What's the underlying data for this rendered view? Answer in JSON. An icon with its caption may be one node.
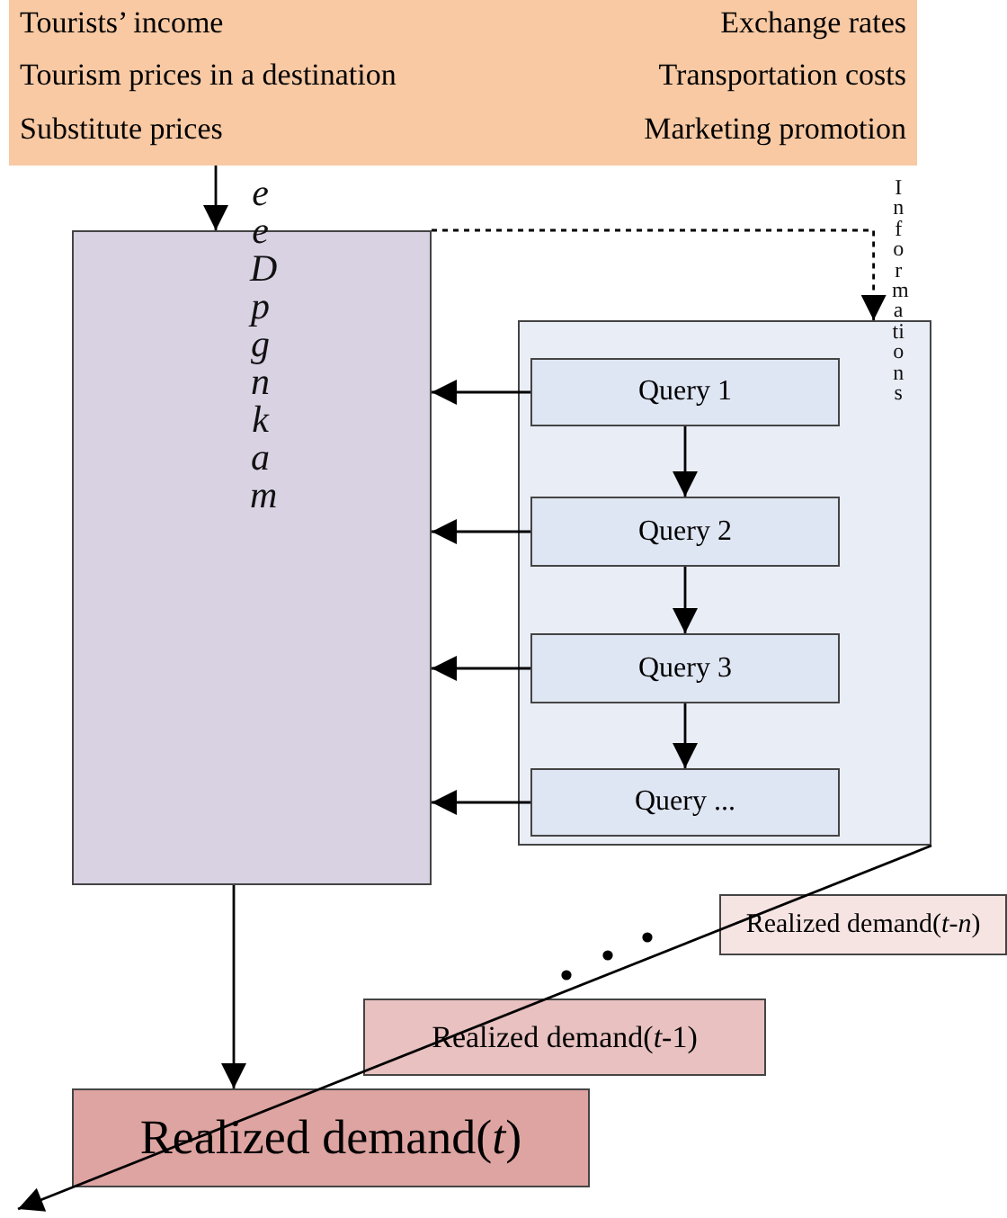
{
  "diagram": {
    "nodes": [
      {
        "text": [
          "Tourists’ income",
          "Exchange rates",
          "Tourism prices in a destination",
          "Transportation costs",
          "Substitute prices",
          "Marketing promotion"
        ]
      },
      {
        "text": [
          "eeDpgnkam"
        ]
      },
      {
        "text": [
          "Information s"
        ]
      },
      {
        "text": [
          "Query 1"
        ],
        "in": 2
      },
      {
        "text": [
          "Query 2"
        ],
        "in": 2
      },
      {
        "text": [
          "Query 3"
        ],
        "in": 2
      },
      {
        "text": [
          "Query ..."
        ],
        "in": 2
      },
      {
        "text": [
          "Realized demand(*t*-*n*)"
        ]
      },
      {
        "text": [
          "Realized demand(*t*-1)"
        ]
      },
      {
        "text": [
          "Realized demand(*t*)"
        ]
      }
    ],
    "edges": [
      {
        "from": 0,
        "to": 1,
        "arrow": "to"
      },
      {
        "from": 1,
        "to": 2,
        "arrow": "to",
        "style": "dashed"
      },
      {
        "from": 3,
        "to": 1,
        "arrow": "to"
      },
      {
        "from": 4,
        "to": 1,
        "arrow": "to"
      },
      {
        "from": 5,
        "to": 1,
        "arrow": "to"
      },
      {
        "from": 6,
        "to": 1,
        "arrow": "to"
      },
      {
        "from": 3,
        "to": 4,
        "arrow": "to"
      },
      {
        "from": 4,
        "to": 5,
        "arrow": "to"
      },
      {
        "from": 5,
        "to": 6,
        "arrow": "to"
      },
      {
        "from": 1,
        "to": 9,
        "arrow": "to"
      },
      {
        "from": 2,
        "to": null,
        "arrow": "to"
      }
    ]
  }
}
